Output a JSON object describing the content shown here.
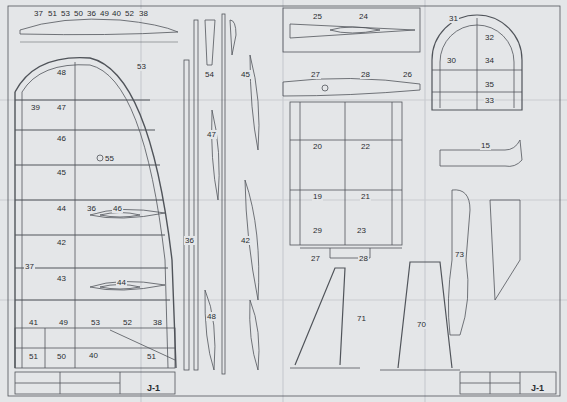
{
  "diagram": {
    "labels": [
      "37",
      "51",
      "53",
      "50",
      "36",
      "49",
      "40",
      "52",
      "38",
      "48",
      "53",
      "39",
      "47",
      "46",
      "45",
      "55",
      "44",
      "36",
      "46",
      "42",
      "43",
      "37",
      "44",
      "41",
      "49",
      "53",
      "52",
      "38",
      "51",
      "50",
      "40",
      "51",
      "54",
      "45",
      "47",
      "42",
      "36",
      "48",
      "24",
      "25",
      "26",
      "27",
      "28",
      "20",
      "22",
      "19",
      "21",
      "29",
      "23",
      "27",
      "28",
      "31",
      "32",
      "30",
      "34",
      "35",
      "33",
      "15",
      "73",
      "71",
      "70",
      "J-1",
      "J-1"
    ]
  }
}
